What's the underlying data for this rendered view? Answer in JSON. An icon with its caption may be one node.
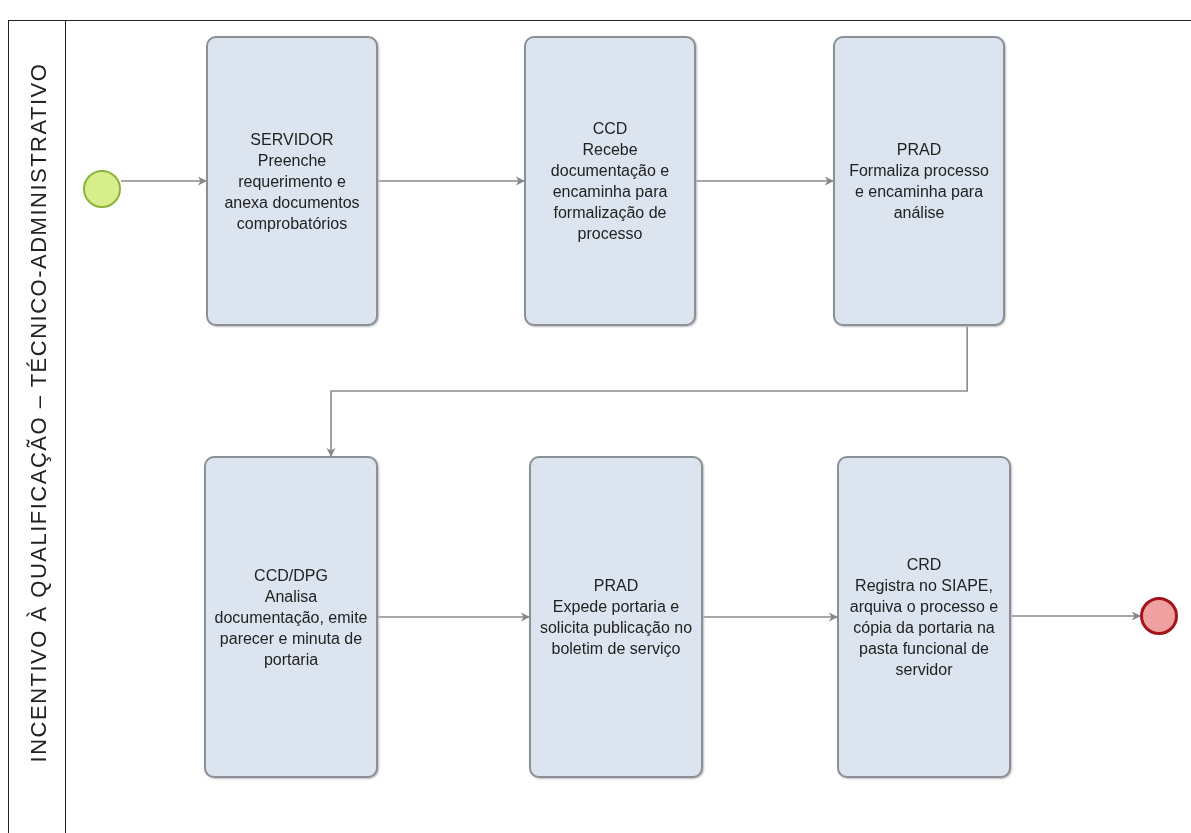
{
  "diagram": {
    "nodes": [
      {
        "text": [
          "INCENTIVO À QUALIFICAÇÃO – TÉCNICO-ADMINISTRATIVO"
        ]
      },
      {
        "text": [],
        "shape": "circle",
        "in": 0
      },
      {
        "text": [
          "SERVIDOR",
          "Preenche requerimento e anexa documentos comprobatórios"
        ],
        "in": 0
      },
      {
        "text": [
          "CCD",
          "Recebe documentação e encaminha para formalização de processo"
        ],
        "in": 0
      },
      {
        "text": [
          "PRAD",
          "Formaliza processo e encaminha para análise"
        ],
        "in": 0
      },
      {
        "text": [
          "CCD/DPG",
          "Analisa documentação, emite parecer e minuta de portaria"
        ],
        "in": 0
      },
      {
        "text": [
          "PRAD",
          "Expede portaria e solicita publicação no boletim de serviço"
        ],
        "in": 0
      },
      {
        "text": [
          "CRD",
          "Registra no SIAPE, arquiva o processo e cópia da portaria na pasta funcional de servidor"
        ],
        "in": 0
      },
      {
        "text": [],
        "shape": "circle",
        "in": 0
      }
    ],
    "edges": [
      {
        "from": 1,
        "to": 2,
        "arrow": "to"
      },
      {
        "from": 2,
        "to": 3,
        "arrow": "to"
      },
      {
        "from": 3,
        "to": 4,
        "arrow": "to"
      },
      {
        "from": 4,
        "to": 5,
        "arrow": "to"
      },
      {
        "from": 5,
        "to": 6,
        "arrow": "to"
      },
      {
        "from": 6,
        "to": 7,
        "arrow": "to"
      },
      {
        "from": 7,
        "to": 8,
        "arrow": "to"
      }
    ]
  }
}
